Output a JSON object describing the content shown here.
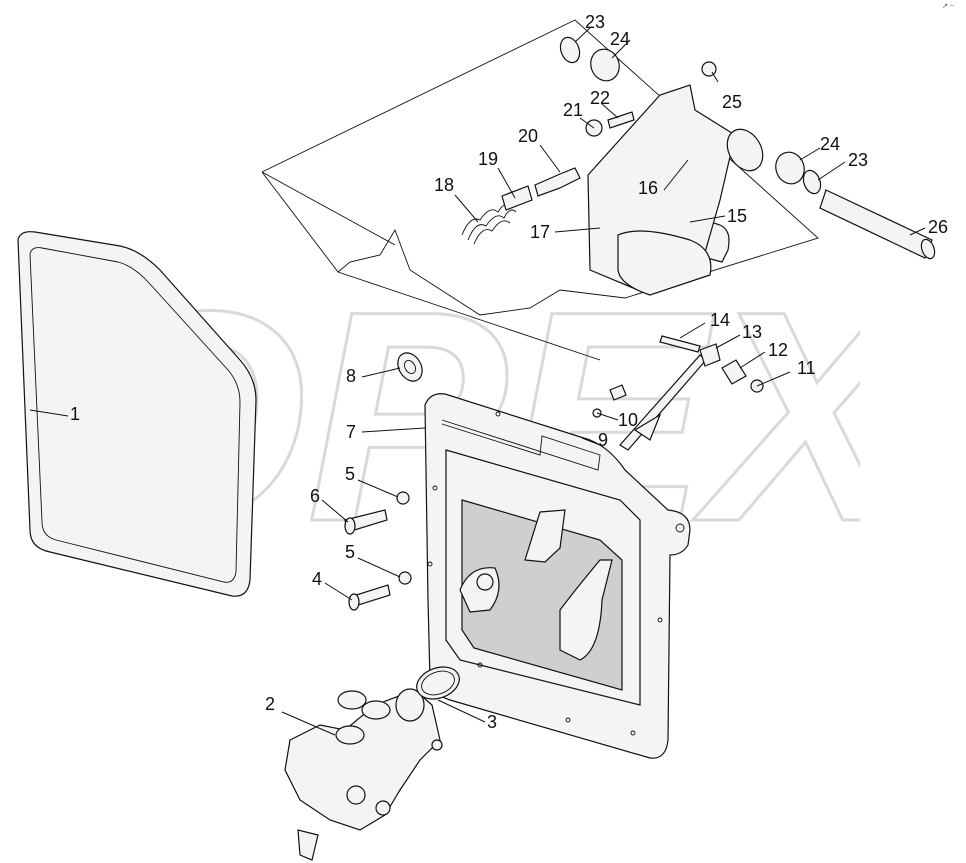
{
  "diagram": {
    "watermark": "OPEX",
    "corner_mark": "↗ −",
    "callouts": [
      {
        "id": "c1",
        "text": "1"
      },
      {
        "id": "c2",
        "text": "2"
      },
      {
        "id": "c3",
        "text": "3"
      },
      {
        "id": "c4",
        "text": "4"
      },
      {
        "id": "c5a",
        "text": "5"
      },
      {
        "id": "c5b",
        "text": "5"
      },
      {
        "id": "c6",
        "text": "6"
      },
      {
        "id": "c7",
        "text": "7"
      },
      {
        "id": "c8",
        "text": "8"
      },
      {
        "id": "c9",
        "text": "9"
      },
      {
        "id": "c10",
        "text": "10"
      },
      {
        "id": "c11",
        "text": "11"
      },
      {
        "id": "c12",
        "text": "12"
      },
      {
        "id": "c13",
        "text": "13"
      },
      {
        "id": "c14",
        "text": "14"
      },
      {
        "id": "c15",
        "text": "15"
      },
      {
        "id": "c16",
        "text": "16"
      },
      {
        "id": "c17",
        "text": "17"
      },
      {
        "id": "c18",
        "text": "18"
      },
      {
        "id": "c19",
        "text": "19"
      },
      {
        "id": "c20",
        "text": "20"
      },
      {
        "id": "c21",
        "text": "21"
      },
      {
        "id": "c22",
        "text": "22"
      },
      {
        "id": "c23a",
        "text": "23"
      },
      {
        "id": "c23b",
        "text": "23"
      },
      {
        "id": "c24a",
        "text": "24"
      },
      {
        "id": "c24b",
        "text": "24"
      },
      {
        "id": "c25",
        "text": "25"
      },
      {
        "id": "c26",
        "text": "26"
      }
    ]
  }
}
